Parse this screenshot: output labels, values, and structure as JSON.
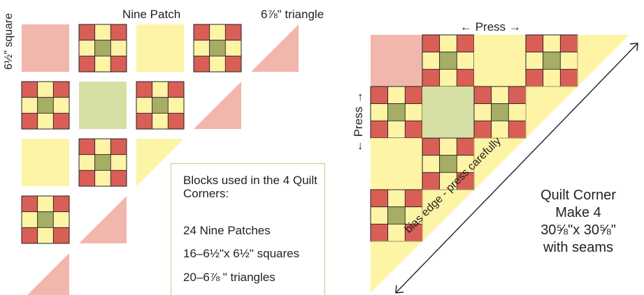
{
  "labels": {
    "nine_patch": "Nine Patch",
    "triangle_size": "6⅞\" triangle",
    "square_size": "6½\" square",
    "press_horizontal": "← Press →",
    "press_vertical": "← Press →",
    "bias_edge": "bias edge - press carefully"
  },
  "blocks_box": {
    "title": "Blocks used in the 4 Quilt Corners:",
    "lines": [
      "24 Nine Patches",
      "16–6½\"x 6½\" squares",
      "20–6⅞ \" triangles"
    ]
  },
  "quilt_corner": {
    "title": "Quilt Corner",
    "make": "Make 4",
    "size": "30⅝\"x 30⅝\"",
    "note": "with seams"
  },
  "colors": {
    "red": "#d95f56",
    "yellow": "#fdf4a5",
    "green_center": "#a6ad64",
    "pink": "#f2b7ac",
    "sage": "#d6dfa3",
    "outline": "#231f20"
  }
}
